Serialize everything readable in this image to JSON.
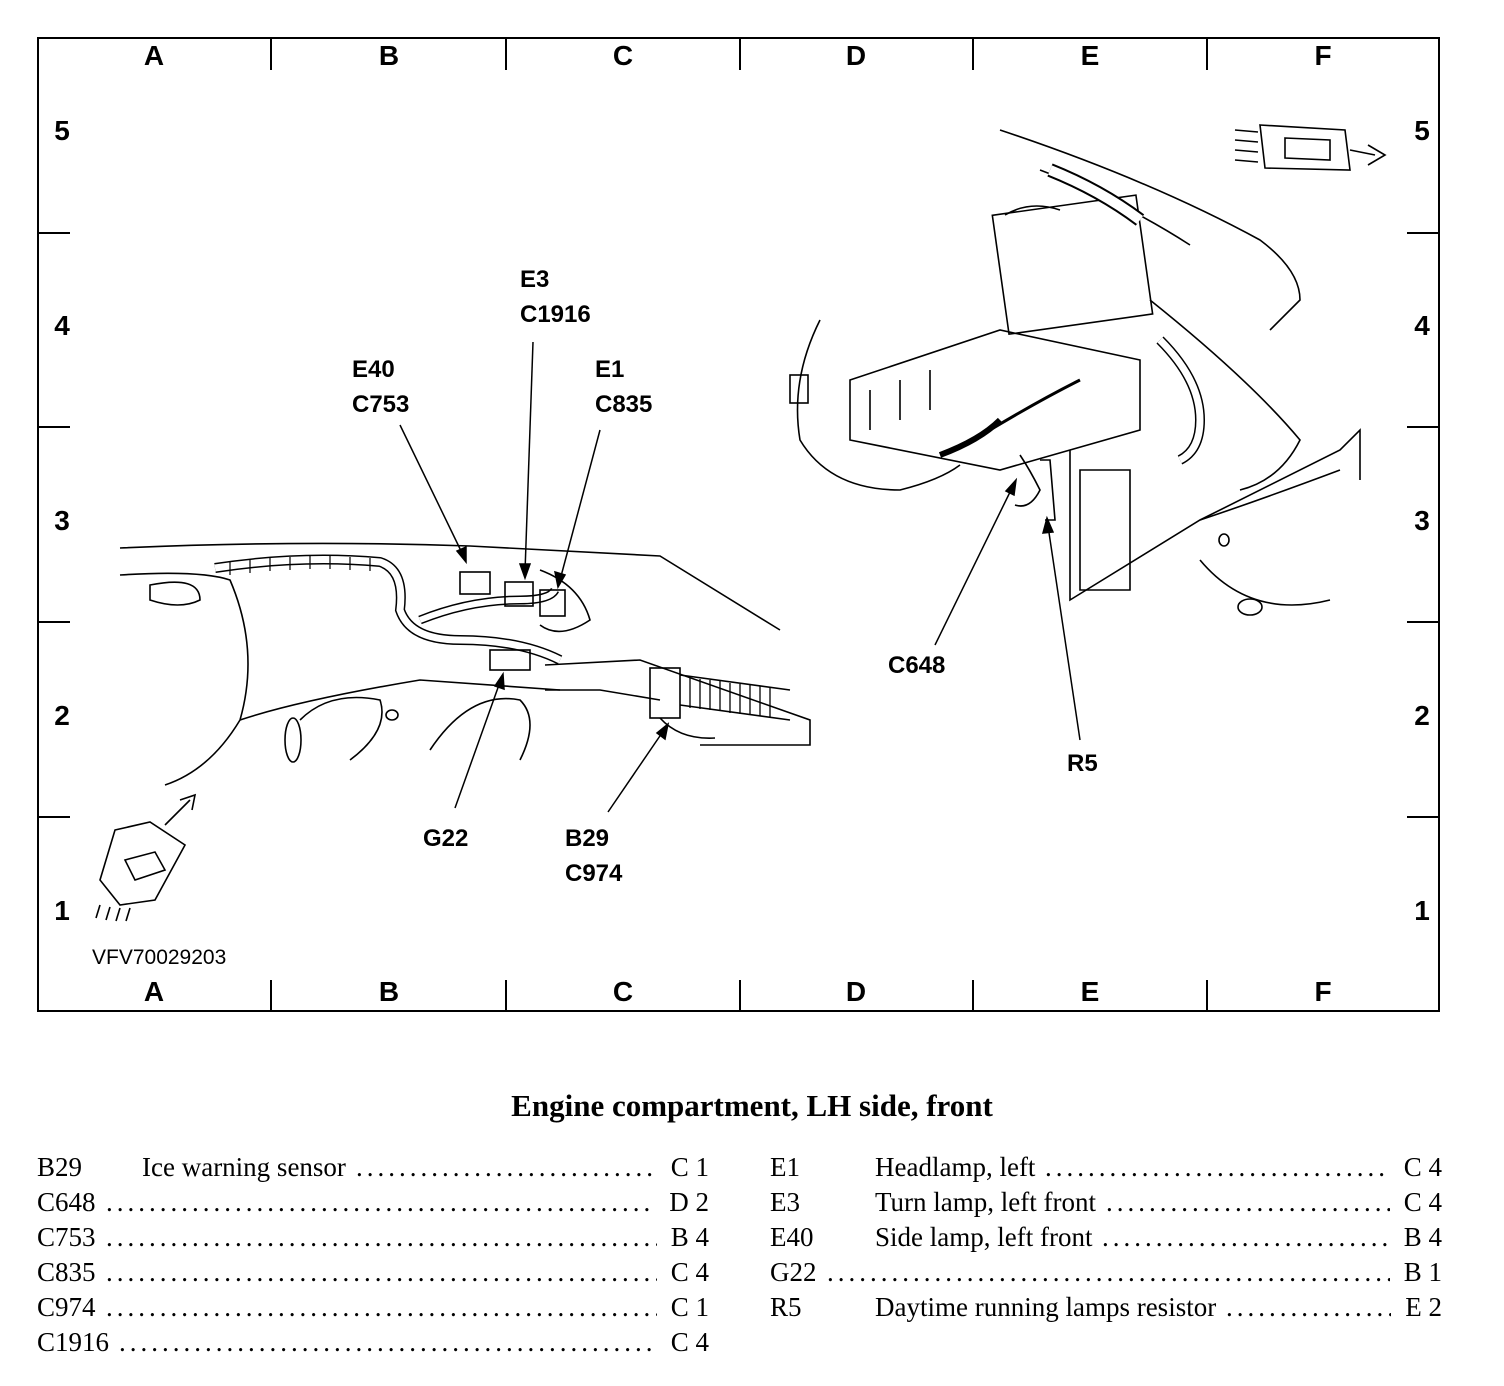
{
  "grid": {
    "columns": [
      "A",
      "B",
      "C",
      "D",
      "E",
      "F"
    ],
    "rows": [
      "5",
      "4",
      "3",
      "2",
      "1"
    ]
  },
  "callouts": {
    "e3": "E3\nC1916",
    "e40": "E40\nC753",
    "e1": "E1\nC835",
    "c648": "C648",
    "r5": "R5",
    "g22": "G22",
    "b29": "B29\nC974"
  },
  "figure_id": "VFV70029203",
  "title": "Engine compartment, LH side, front",
  "legend_left": [
    {
      "code": "B29",
      "desc": "Ice warning sensor",
      "loc": "C 1"
    },
    {
      "code": "C648",
      "desc": "",
      "loc": "D 2"
    },
    {
      "code": "C753",
      "desc": "",
      "loc": "B 4"
    },
    {
      "code": "C835",
      "desc": "",
      "loc": "C 4"
    },
    {
      "code": "C974",
      "desc": "",
      "loc": "C 1"
    },
    {
      "code": "C1916",
      "desc": "",
      "loc": "C 4"
    }
  ],
  "legend_right": [
    {
      "code": "E1",
      "desc": "Headlamp, left",
      "loc": "C 4"
    },
    {
      "code": "E3",
      "desc": "Turn lamp, left front",
      "loc": "C 4"
    },
    {
      "code": "E40",
      "desc": "Side lamp, left front",
      "loc": "B 4"
    },
    {
      "code": "G22",
      "desc": "",
      "loc": "B 1"
    },
    {
      "code": "R5",
      "desc": "Daytime running lamps resistor",
      "loc": "E 2"
    }
  ]
}
